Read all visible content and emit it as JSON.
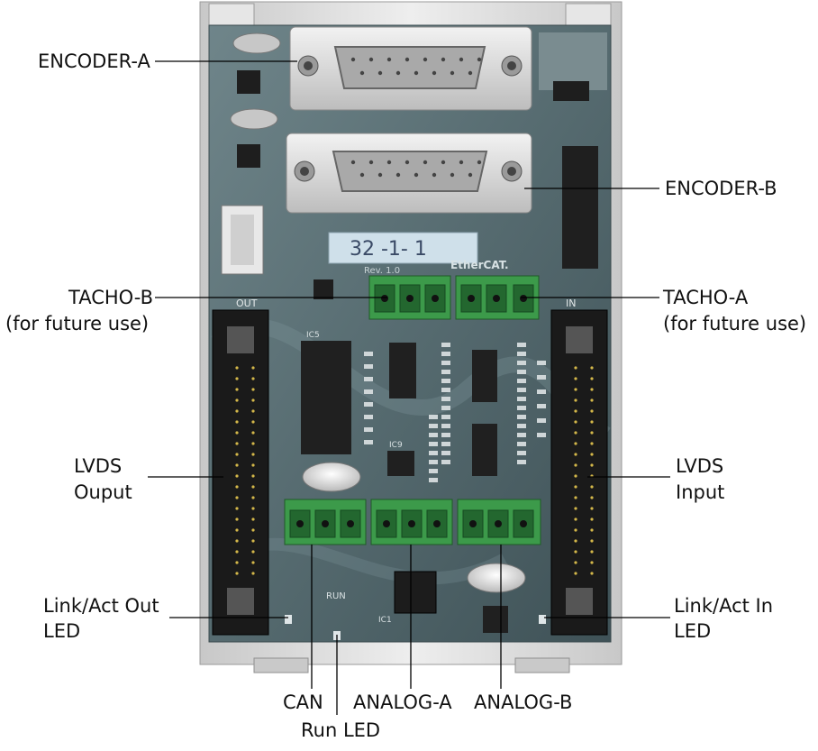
{
  "labels": {
    "encoder_a": "ENCODER-A",
    "encoder_b": "ENCODER-B",
    "tacho_b_line1": "TACHO-B",
    "tacho_b_line2": "(for future use)",
    "tacho_a_line1": "TACHO-A",
    "tacho_a_line2": "(for future use)",
    "lvds_output_line1": "LVDS",
    "lvds_output_line2": "Ouput",
    "lvds_input_line1": "LVDS",
    "lvds_input_line2": "Input",
    "link_out_line1": "Link/Act Out",
    "link_out_line2": "LED",
    "link_in_line1": "Link/Act In",
    "link_in_line2": "LED",
    "can": "CAN",
    "run_led": "Run LED",
    "analog_a": "ANALOG-A",
    "analog_b": "ANALOG-B"
  },
  "board": {
    "id_sticker": "32 -1-   1",
    "rev_text": "Rev. 1.0",
    "brand_text": "EtherCAT.",
    "out_text": "OUT",
    "in_text": "IN",
    "run_text": "RUN",
    "ic1_text": "IC1",
    "ic9_text": "IC9",
    "ic5_text": "IC5"
  },
  "colors": {
    "pcb": "#5f7277",
    "terminal_green": "#3c9a4a",
    "connector_dark": "#1c1c1c",
    "housing": "#d6d6d6"
  }
}
